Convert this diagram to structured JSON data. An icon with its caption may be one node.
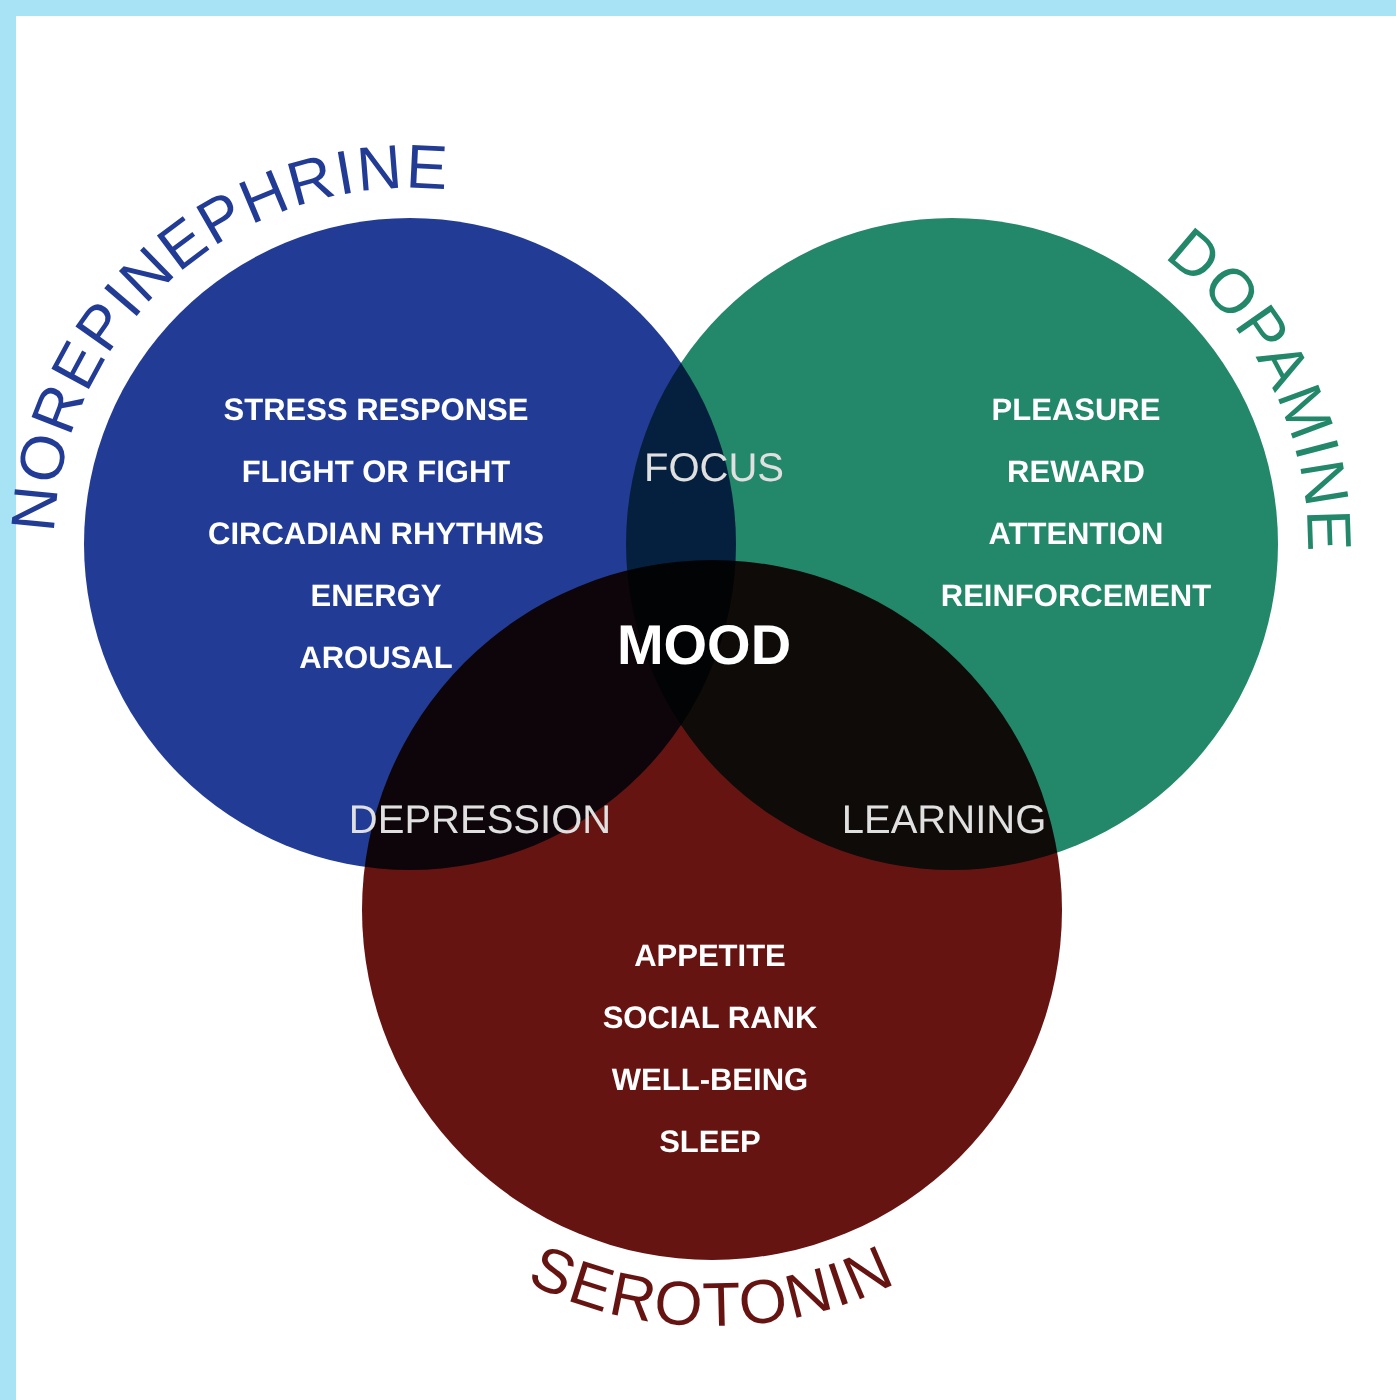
{
  "diagram": {
    "nodes": [
      {
        "text": [
          "NOREPINEPHRINE",
          "STRESS RESPONSE",
          "FLIGHT OR FIGHT",
          "CIRCADIAN RHYTHMS",
          "ENERGY",
          "AROUSAL"
        ]
      },
      {
        "text": [
          "DOPAMINE",
          "PLEASURE",
          "REWARD",
          "ATTENTION",
          "REINFORCEMENT"
        ]
      },
      {
        "text": [
          "SEROTONIN",
          "APPETITE",
          "SOCIAL RANK",
          "WELL-BEING",
          "SLEEP"
        ]
      }
    ],
    "labels": [
      "FOCUS",
      "MOOD",
      "DEPRESSION",
      "LEARNING"
    ]
  }
}
